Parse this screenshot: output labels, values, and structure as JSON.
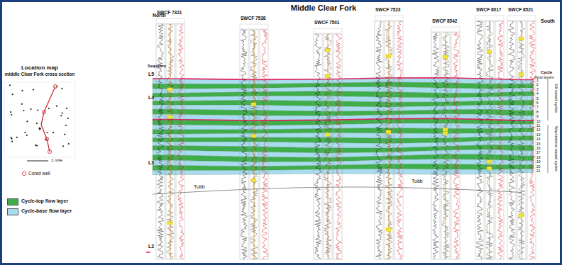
{
  "diagram": {
    "title": "Middle Clear Fork",
    "nodes": [
      {
        "text": [
          "Location map",
          "middle Clear Fork cross section"
        ]
      }
    ],
    "labels": [
      "North",
      "South",
      "SWCF 7321",
      "SWCF 7538",
      "SWCF 7501",
      "SWCF 7523",
      "SWCF 8542",
      "SWCF 8017",
      "SWCF 8521",
      "Sequence",
      "L5",
      "L4",
      "L3",
      "L2",
      "Cycle",
      "Flow layers",
      "Sill-based cycles",
      "Wackestone-based cycles",
      "Tubb",
      "Tubb",
      "1 mile",
      "Cored well",
      "1",
      "2",
      "3",
      "4",
      "5",
      "6",
      "7",
      "8",
      "9",
      "10",
      "11",
      "12",
      "13",
      "14",
      "15",
      "16",
      "17",
      "18",
      "19",
      "20",
      "21"
    ],
    "legend": [
      {
        "text": "Cycle-top flow layer",
        "color": "#3fae49"
      },
      {
        "text": "Cycle-base flow layer",
        "color": "#a9dcef"
      }
    ]
  }
}
